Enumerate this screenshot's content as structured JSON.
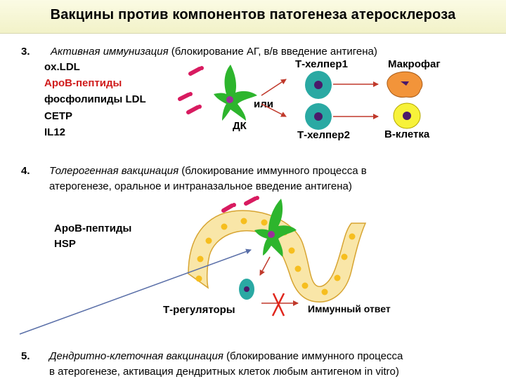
{
  "title": "Вакцины против компонентов патогенеза атеросклероза",
  "section3": {
    "number": "3.",
    "heading_italic": "Активная иммунизация",
    "heading_rest": " (блокирование АГ, в/в введение антигена)",
    "antigens": [
      "ox.LDL",
      "ApoB-пептиды",
      "фосфолипиды LDL",
      "CETP",
      "IL12"
    ],
    "dc_label": "ДК",
    "or_label": "или",
    "th1_label": "Т-хелпер1",
    "macrophage_label": "Макрофаг",
    "th2_label": "Т-хелпер2",
    "bcell_label": "В-клетка"
  },
  "section4": {
    "number": "4.",
    "heading_italic": "Толерогенная вакцинация",
    "heading_rest": " (блокирование иммунного процесса в",
    "line2": "атерогенезе, оральное и интраназальное введение антигена)",
    "antigens": [
      "ApoB-пептиды",
      "HSP"
    ],
    "treg_label": "Т-регуляторы",
    "immune_response_label": "Иммунный ответ"
  },
  "section5": {
    "number": "5.",
    "heading_italic": "Дендритно-клеточная вакцинация",
    "heading_rest": " (блокирование иммунного процесса",
    "line2": "в атерогенезе, активация дендритных клеток любым антигеном in vitro)"
  },
  "colors": {
    "antigen": "#d81b60",
    "dendritic_cell": "#2db52d",
    "t_cell": "#2aa9a3",
    "nucleus": "#4a1a6a",
    "macrophage": "#f2943a",
    "b_cell": "#f7f23a",
    "arrow": "#c0392b",
    "epithelium": "#f9e6a8",
    "epithelium_dot": "#f6be1e",
    "pointer_line": "#5a6fa8",
    "title_bg": "#f2f2c8"
  },
  "icons": [
    "antigen-fragment-icon",
    "dendritic-cell-icon",
    "t-cell-icon",
    "macrophage-icon",
    "b-cell-icon",
    "block-cross-icon"
  ]
}
